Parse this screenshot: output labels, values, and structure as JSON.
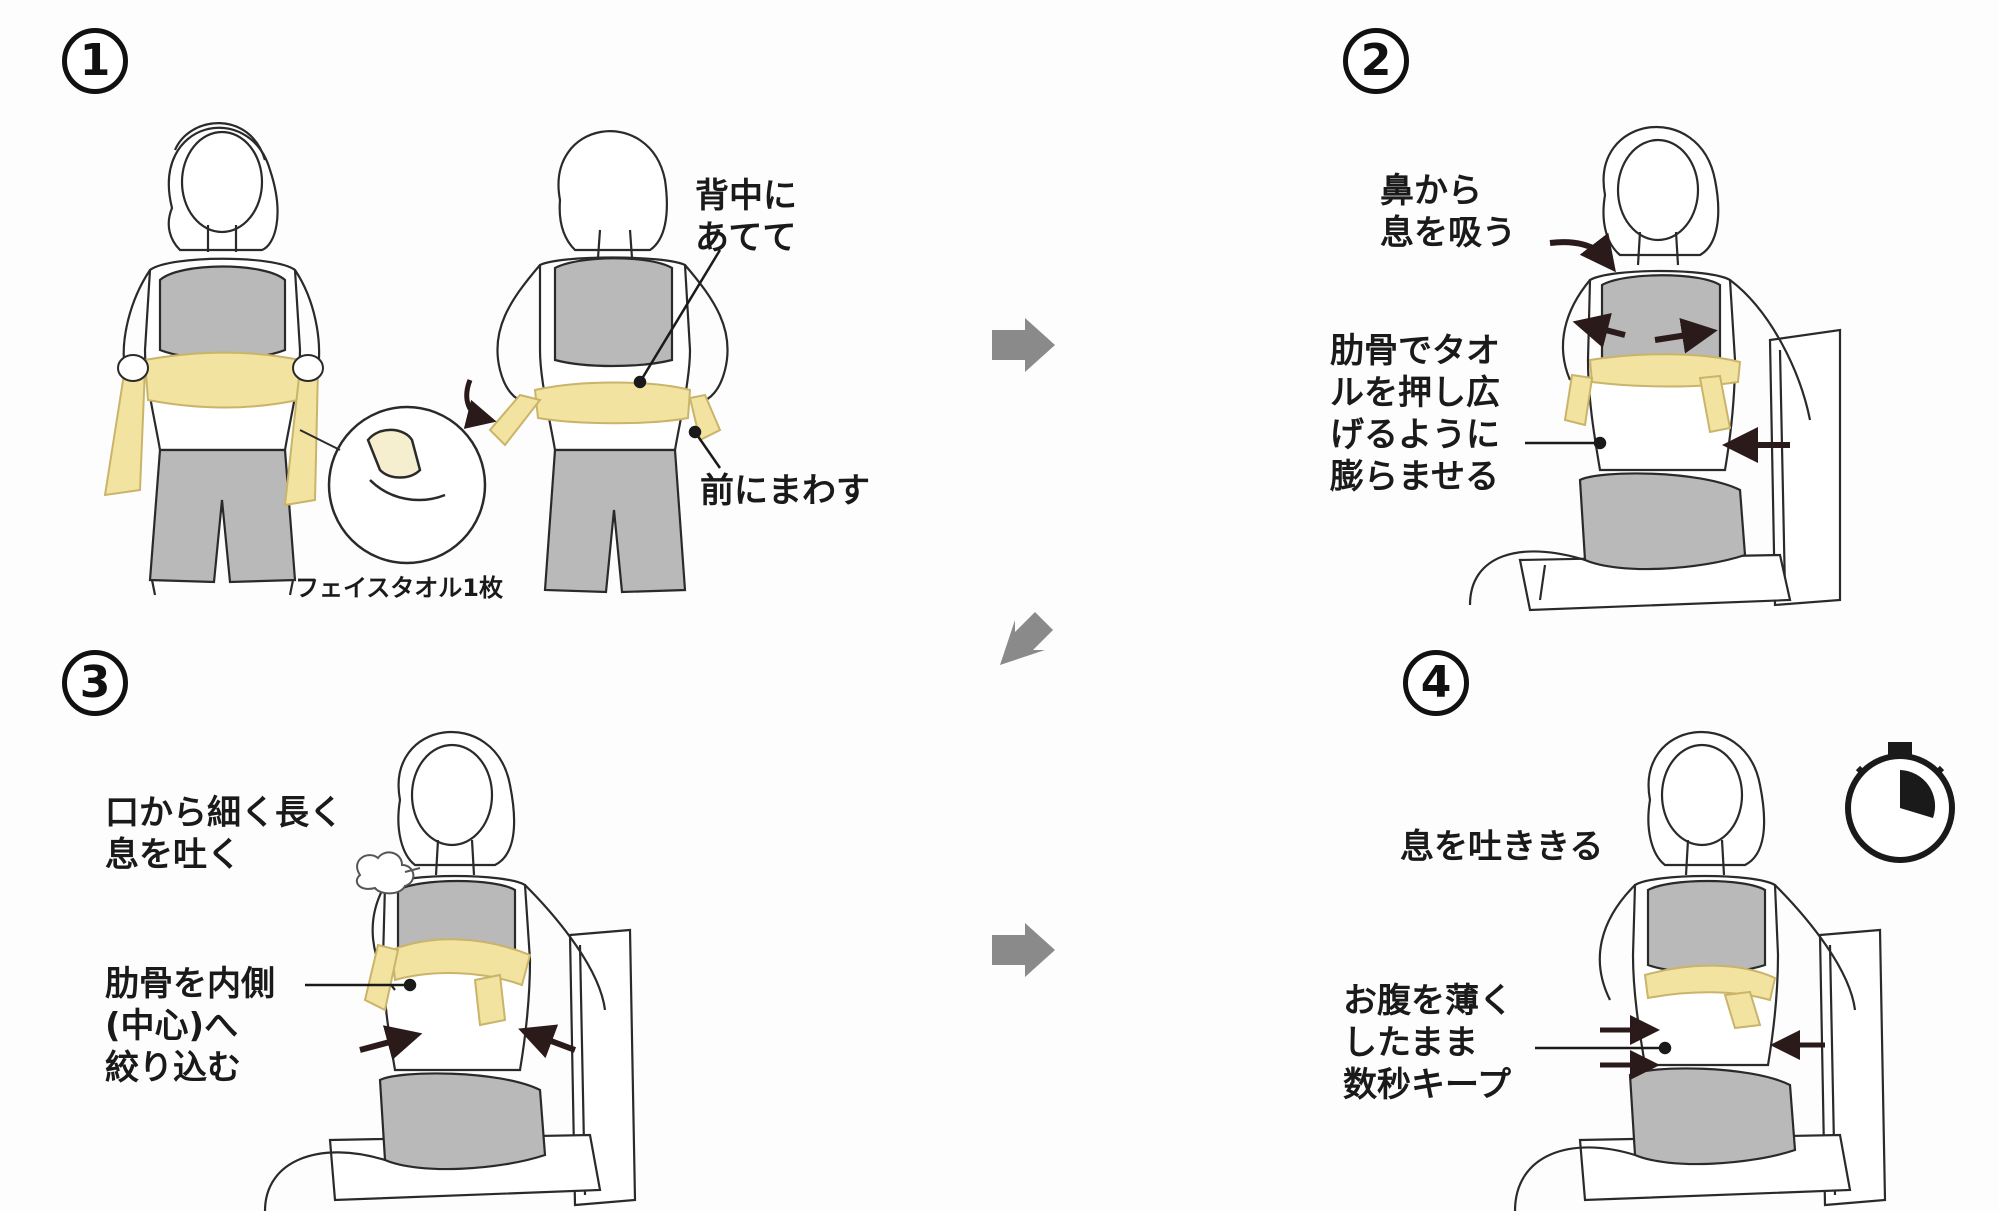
{
  "steps": [
    {
      "number": "1"
    },
    {
      "number": "2"
    },
    {
      "number": "3"
    },
    {
      "number": "4"
    }
  ],
  "step1": {
    "towel_label": "フェイスタオル1枚",
    "back_lines": [
      "背中に",
      "あてて"
    ],
    "front_label": "前にまわす"
  },
  "step2": {
    "inhale_lines": [
      "鼻から",
      "息を吸う"
    ],
    "rib_lines": [
      "肋骨でタオ",
      "ルを押し広",
      "げるように",
      "膨らませる"
    ]
  },
  "step3": {
    "exhale_lines": [
      "口から細く長く",
      "息を吐く"
    ],
    "squeeze_lines": [
      "肋骨を内側",
      "(中心)へ",
      "絞り込む"
    ]
  },
  "step4": {
    "exhale_full": "息を吐ききる",
    "keep_lines": [
      "お腹を薄く",
      "したまま",
      "数秒キープ"
    ]
  },
  "colors": {
    "towel": "#f3e3a0",
    "towel_stroke": "#c9b46a",
    "clothing": "#b9b9b9",
    "skin": "#ffffff",
    "ink": "#2a2a2a",
    "flow_arrow": "#8a8a8a",
    "body_arrow": "#2b1a1a"
  },
  "icons": [
    "stopwatch-icon",
    "flow-arrow-icon",
    "breath-puff-icon",
    "magnifier-circle-icon"
  ]
}
